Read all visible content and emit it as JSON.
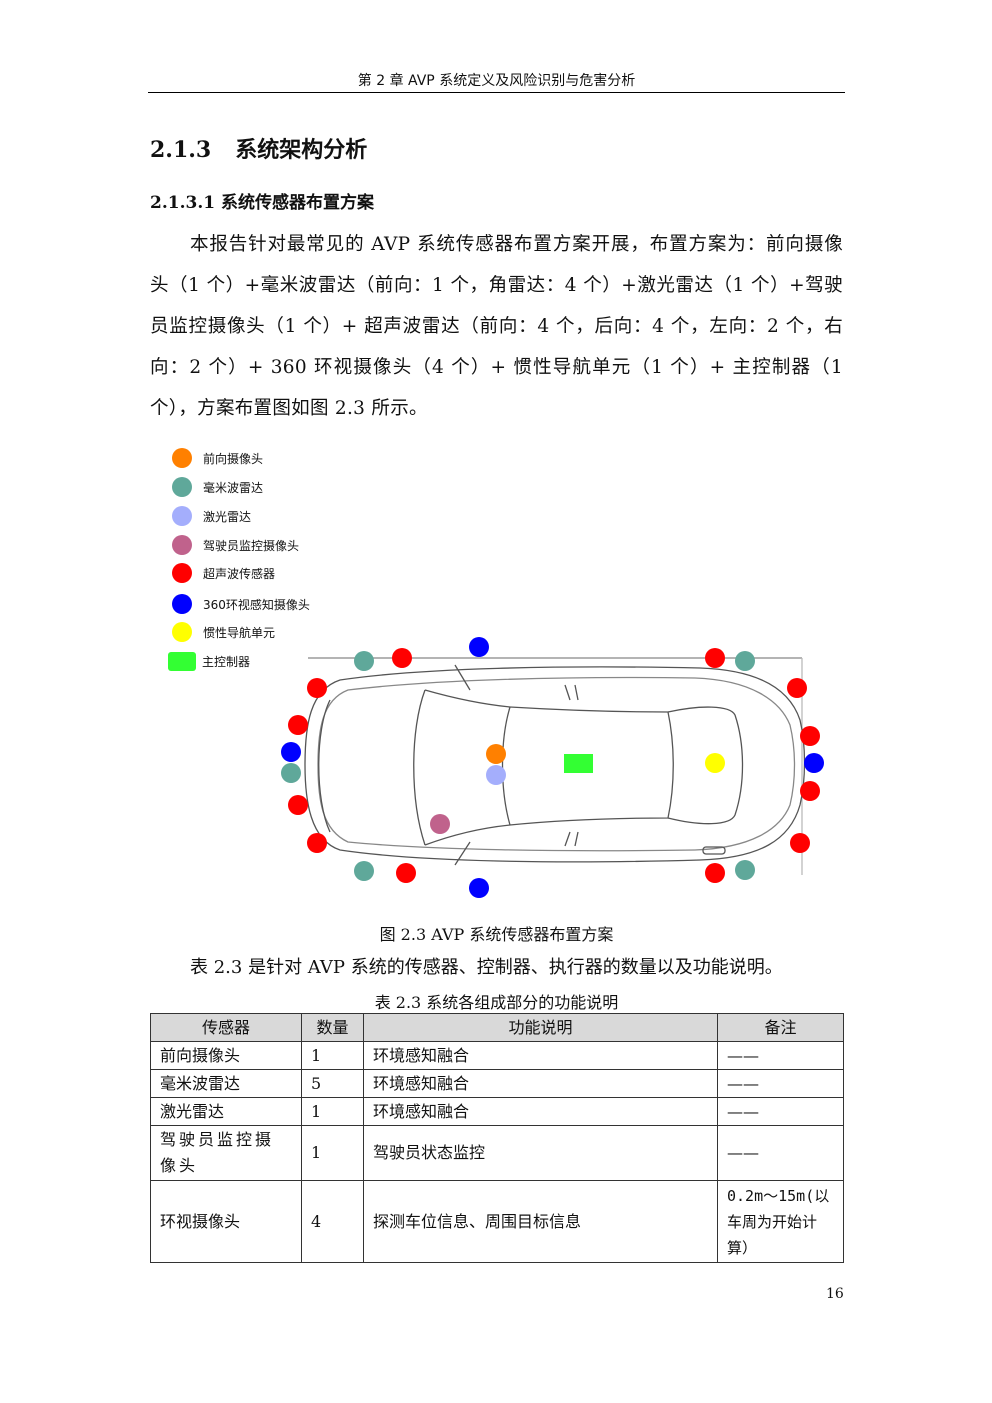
{
  "header": {
    "running_title": "第 2 章  AVP 系统定义及风险识别与危害分析"
  },
  "section": {
    "number": "2.1.3",
    "title": "系统架构分析"
  },
  "subsection": {
    "title": "2.1.3.1 系统传感器布置方案"
  },
  "paragraph": "本报告针对最常见的 AVP 系统传感器布置方案开展，布置方案为：前向摄像头（1 个）+毫米波雷达（前向：1 个，角雷达：4 个）+激光雷达（1 个）+驾驶员监控摄像头（1 个）+ 超声波雷达（前向：4 个，后向：4 个，左向：2 个，右向：2 个）+ 360 环视摄像头（4 个）+ 惯性导航单元（1 个）+ 主控制器（1 个），方案布置图如图 2.3 所示。",
  "legend": [
    {
      "label": "前向摄像头",
      "color": "#ff8000"
    },
    {
      "label": "毫米波雷达",
      "color": "#5fa89a"
    },
    {
      "label": "激光雷达",
      "color": "#a4aefc"
    },
    {
      "label": "驾驶员监控摄像头",
      "color": "#c0628c"
    },
    {
      "label": "超声波传感器",
      "color": "#ff0000"
    },
    {
      "label": "360环视感知摄像头",
      "color": "#0000ff"
    },
    {
      "label": "惯性导航单元",
      "color": "#ffff00"
    },
    {
      "label": "主控制器",
      "color": "#33ff33"
    }
  ],
  "figure_caption": "图 2.3 AVP 系统传感器布置方案",
  "intro_sentence": "表 2.3 是针对 AVP 系统的传感器、控制器、执行器的数量以及功能说明。",
  "table": {
    "caption": "表 2.3    系统各组成部分的功能说明",
    "headers": [
      "传感器",
      "数量",
      "功能说明",
      "备注"
    ],
    "rows": [
      [
        "前向摄像头",
        "1",
        "环境感知融合",
        "——"
      ],
      [
        "毫米波雷达",
        "5",
        "环境感知融合",
        "——"
      ],
      [
        "激光雷达",
        "1",
        "环境感知融合",
        "——"
      ],
      [
        "驾驶员监控摄像头",
        "1",
        "驾驶员状态监控",
        "——"
      ],
      [
        "环视摄像头",
        "4",
        "探测车位信息、周围目标信息",
        "0.2m～15m(以车周为开始计算）"
      ]
    ]
  },
  "page_number": "16"
}
